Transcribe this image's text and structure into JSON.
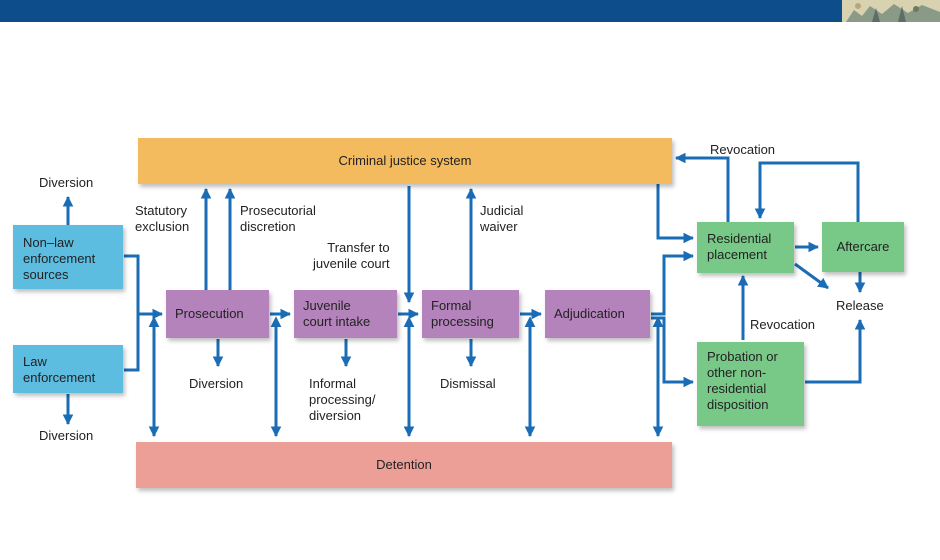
{
  "boxes": {
    "criminal_justice_system": "Criminal justice system",
    "detention": "Detention",
    "non_law_enforcement_sources": "Non–law\nenforcement\nsources",
    "law_enforcement": "Law\nenforcement",
    "prosecution": "Prosecution",
    "juvenile_court_intake": "Juvenile\ncourt intake",
    "formal_processing": "Formal\nprocessing",
    "adjudication": "Adjudication",
    "residential_placement": "Residential\nplacement",
    "aftercare": "Aftercare",
    "probation": "Probation or\nother non-\nresidential\ndisposition"
  },
  "labels": {
    "diversion_top": "Diversion",
    "diversion_bottom": "Diversion",
    "diversion_prosecution": "Diversion",
    "statutory_exclusion": "Statutory\nexclusion",
    "prosecutorial_discretion": "Prosecutorial\ndiscretion",
    "transfer_to_juvenile_court": "Transfer to\njuvenile court",
    "judicial_waiver": "Judicial\nwaiver",
    "informal_processing": "Informal\nprocessing/\ndiversion",
    "dismissal": "Dismissal",
    "revocation_top": "Revocation",
    "revocation_middle": "Revocation",
    "release": "Release"
  },
  "colors": {
    "arrow": "#1a6cb5",
    "orange": "#f3bb5e",
    "pink": "#ec9f96",
    "blue": "#5dbde0",
    "purple": "#b483bb",
    "green": "#78c888",
    "header": "#0e4d8c"
  }
}
